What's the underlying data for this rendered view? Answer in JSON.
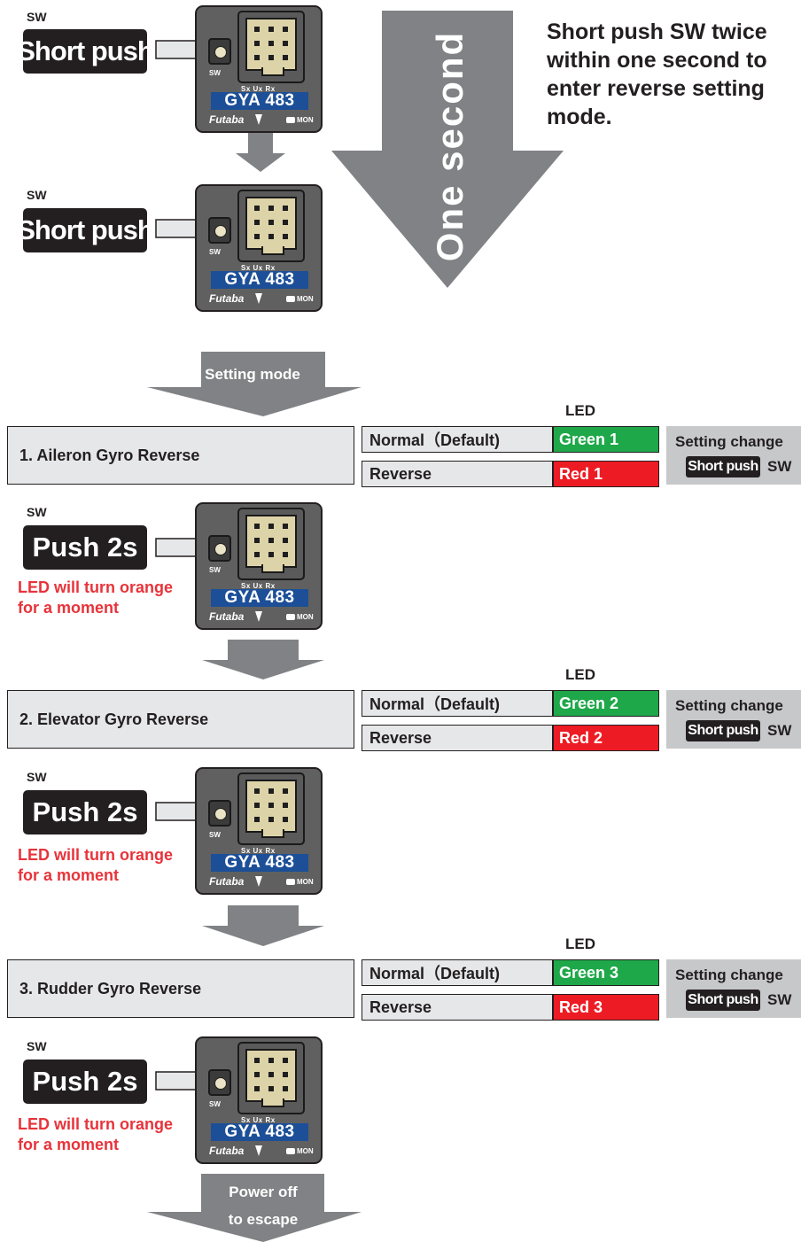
{
  "intro": {
    "sw_label": "SW",
    "short_push": "Short push",
    "one_second": "One second",
    "description": "Short push SW twice within one second to enter reverse setting mode."
  },
  "device": {
    "sw_label": "SW",
    "ports": "Sx Ux Rx",
    "model": "GYA 483",
    "brand": "Futaba",
    "mon": "MON"
  },
  "setting_mode": "Setting mode",
  "led_header": "LED",
  "setting_change": "Setting change",
  "short_push_small": "Short push",
  "sw": "SW",
  "normal_label": "Normal（Default)",
  "reverse_label": "Reverse",
  "push_label": "Push 2s",
  "led_note_line1": "LED will turn orange",
  "led_note_line2": "for a moment",
  "rows": [
    {
      "title": "1.  Aileron Gyro Reverse",
      "green": "Green 1",
      "red": "Red 1"
    },
    {
      "title": "2.  Elevator Gyro Reverse",
      "green": "Green 2",
      "red": "Red 2"
    },
    {
      "title": "3.  Rudder Gyro Reverse",
      "green": "Green 3",
      "red": "Red 3"
    }
  ],
  "escape": {
    "line1": "Power off",
    "line2": "to escape"
  },
  "colors": {
    "green": "#1fa84a",
    "red": "#ed1c24",
    "note_red": "#e8333a",
    "arrow_gray": "#808285",
    "model_blue": "#1c4f97"
  }
}
